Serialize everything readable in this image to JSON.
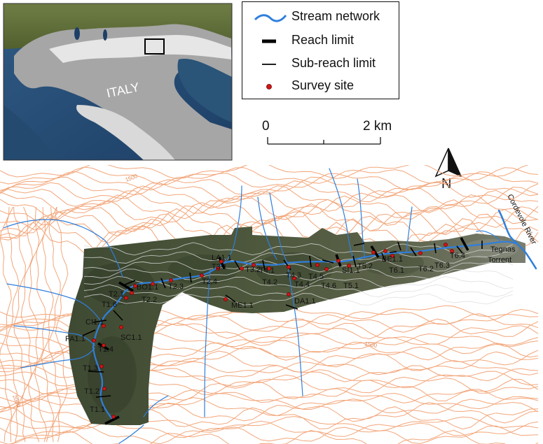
{
  "inset": {
    "country_label": "ITALY"
  },
  "legend": {
    "items": [
      {
        "label": "Stream network",
        "symbol": "wavy-blue-line-icon",
        "color": "#2f7fdc"
      },
      {
        "label": "Reach limit",
        "symbol": "thick-black-bar-icon",
        "color": "#000000"
      },
      {
        "label": "Sub-reach limit",
        "symbol": "thin-black-line-icon",
        "color": "#000000"
      },
      {
        "label": "Survey site",
        "symbol": "red-dot-icon",
        "color": "#d21414"
      }
    ]
  },
  "scale": {
    "left_label": "0",
    "right_label": "2 km"
  },
  "north": {
    "label": "N"
  },
  "map": {
    "contour_color": "#f2a67a",
    "stream_color": "#2f7fdc",
    "river_label": "Cordevole River",
    "torrent_label_line1": "Tegnas",
    "torrent_label_line2": "Torrent",
    "contour_labels": [
      "1500",
      "2000",
      "1000",
      "1500"
    ],
    "sites": [
      {
        "label": "T1.1"
      },
      {
        "label": "T1.2"
      },
      {
        "label": "T1.3"
      },
      {
        "label": "T1.4"
      },
      {
        "label": "FA1.1"
      },
      {
        "label": "CI1.1"
      },
      {
        "label": "SC1.1"
      },
      {
        "label": "T1.6"
      },
      {
        "label": "T2.1"
      },
      {
        "label": "BO1.1"
      },
      {
        "label": "T2.2"
      },
      {
        "label": "T2.3"
      },
      {
        "label": "T2.4"
      },
      {
        "label": "LA1.1"
      },
      {
        "label": "T3.1"
      },
      {
        "label": "T3.2"
      },
      {
        "label": "ME1.1"
      },
      {
        "label": "T4.1"
      },
      {
        "label": "T4.2"
      },
      {
        "label": "T4.3"
      },
      {
        "label": "T4.4"
      },
      {
        "label": "DA1.1"
      },
      {
        "label": "T4.5"
      },
      {
        "label": "T4.6"
      },
      {
        "label": "SI1.1"
      },
      {
        "label": "T5.1"
      },
      {
        "label": "T5.2"
      },
      {
        "label": "BE1.1"
      },
      {
        "label": "T6.1"
      },
      {
        "label": "T6.2"
      },
      {
        "label": "T6.3"
      },
      {
        "label": "T6.4"
      }
    ]
  }
}
